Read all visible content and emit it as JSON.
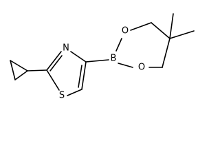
{
  "molecule": {
    "atoms": {
      "N": "N",
      "S": "S",
      "B": "B",
      "O1": "O",
      "O2": "O"
    },
    "colors": {
      "bond": "#000000",
      "label": "#000000",
      "background": "#ffffff"
    }
  }
}
